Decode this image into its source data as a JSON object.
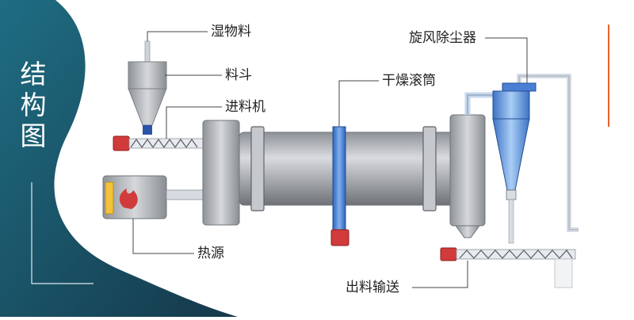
{
  "side_title": [
    "结",
    "构",
    "图"
  ],
  "labels": {
    "wet_material": "湿物料",
    "hopper": "料斗",
    "feeder": "进料机",
    "heat_source": "热源",
    "drum": "干燥滚筒",
    "cyclone": "旋风除尘器",
    "discharge": "出料输送"
  },
  "colors": {
    "side_panel": "#1e5d73",
    "accent": "#e8632a",
    "drum": "#a9acb1",
    "cyclone": "#5b8fd6",
    "post": "#4a7fd4",
    "motor": "#d23b3b"
  }
}
